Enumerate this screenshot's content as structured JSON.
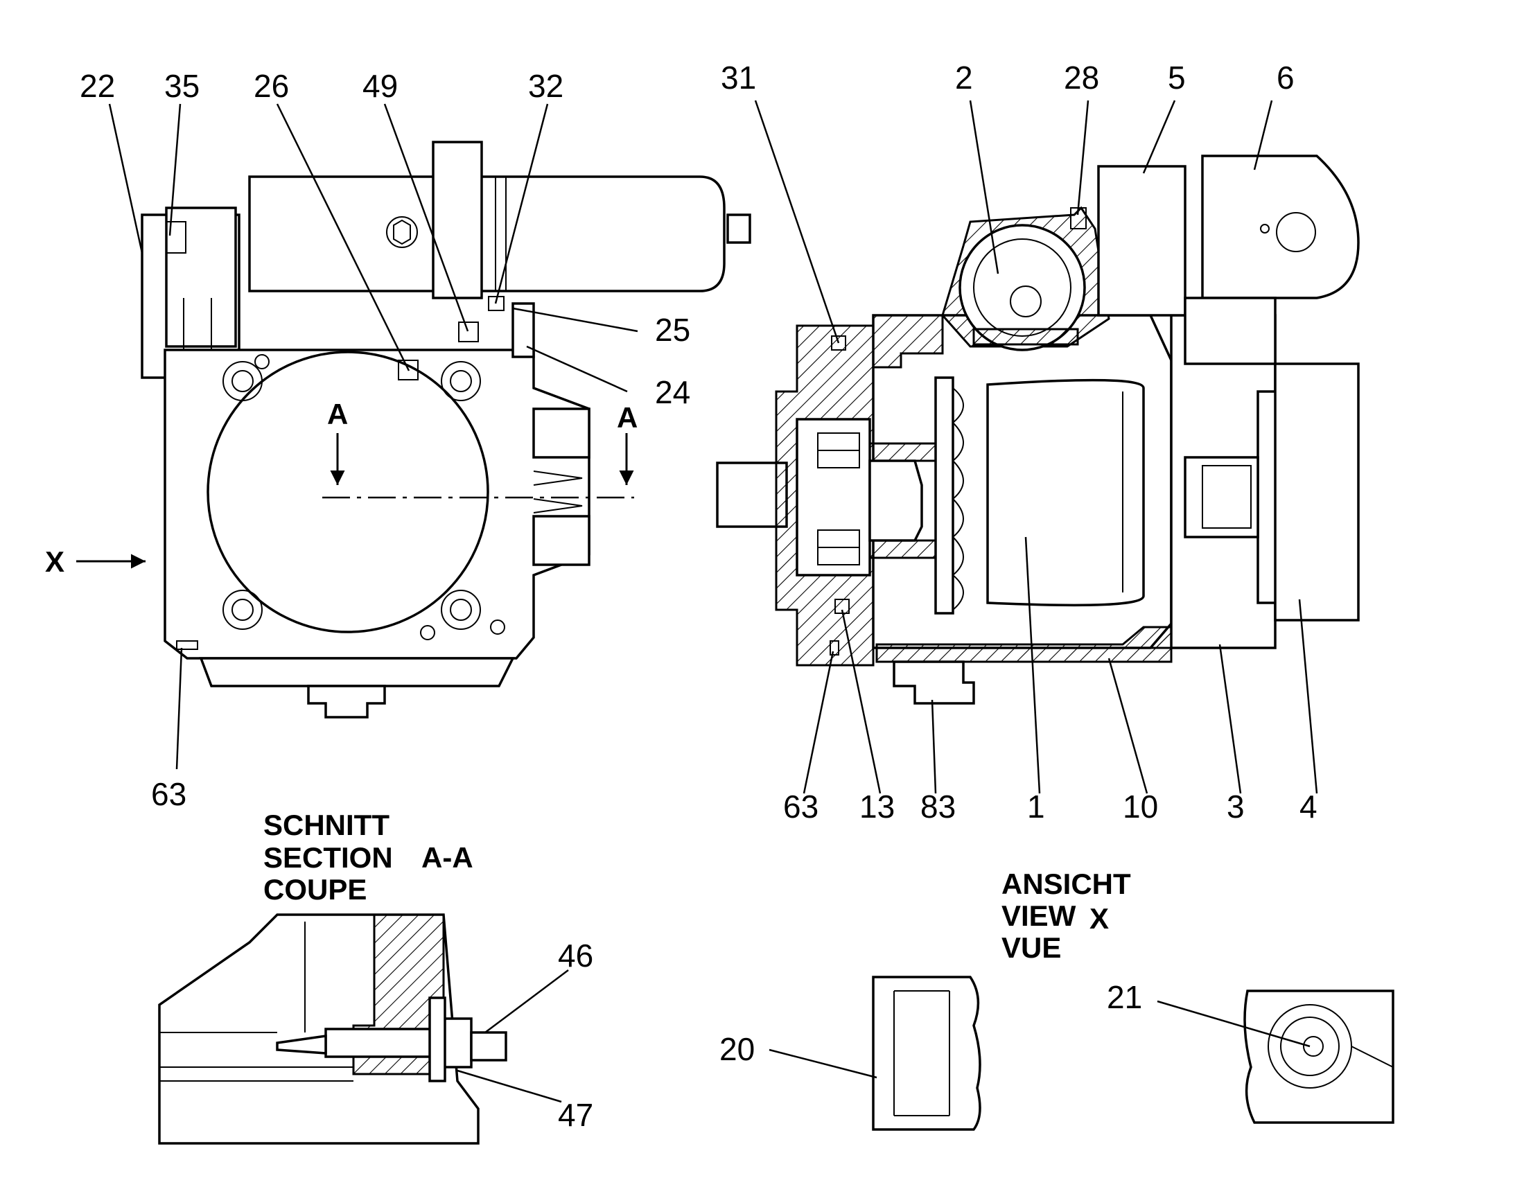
{
  "callouts": {
    "c22": "22",
    "c35": "35",
    "c26": "26",
    "c49": "49",
    "c32": "32",
    "c25": "25",
    "c24": "24",
    "c63a": "63",
    "c31": "31",
    "c2": "2",
    "c28": "28",
    "c5": "5",
    "c6": "6",
    "c63b": "63",
    "c13": "13",
    "c83": "83",
    "c1": "1",
    "c10": "10",
    "c3": "3",
    "c4": "4",
    "c46": "46",
    "c47": "47",
    "c20": "20",
    "c21": "21"
  },
  "markers": {
    "section_a_left": "A",
    "section_a_right": "A",
    "view_x": "X"
  },
  "captions": {
    "section": {
      "line1": "SCHNITT",
      "line2": "SECTION",
      "line2_ref": "A-A",
      "line3": "COUPE"
    },
    "view": {
      "line1": "ANSICHT",
      "line2": "VIEW",
      "line2_ref": "X",
      "line3": "VUE"
    }
  }
}
